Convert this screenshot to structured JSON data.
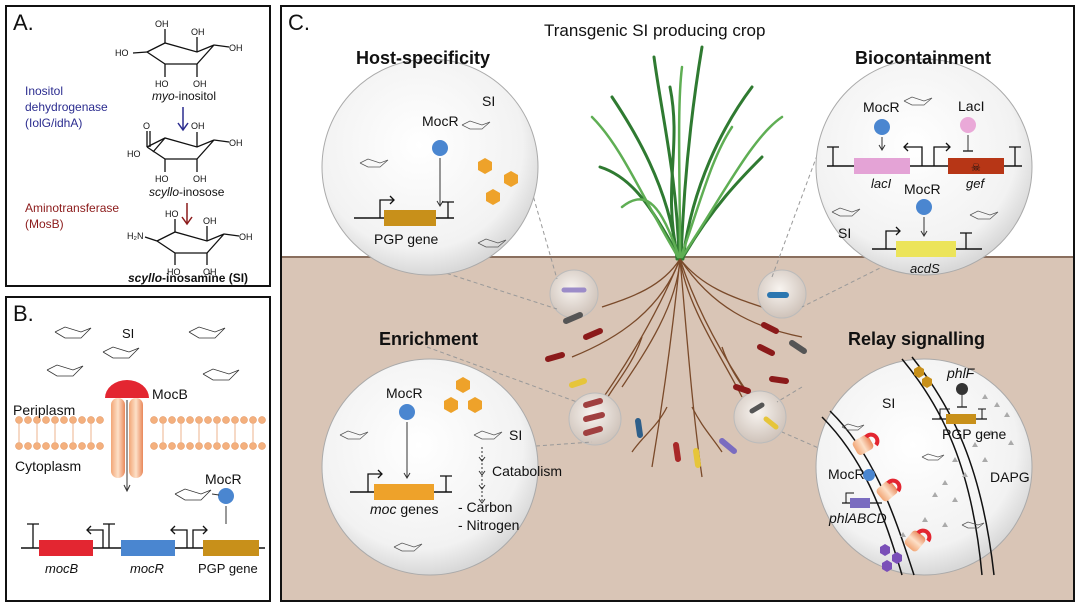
{
  "panel_a": {
    "label": "A.",
    "compound1_italic": "myo",
    "compound1_rest": "-inositol",
    "enzyme1_line1": "Inositol",
    "enzyme1_line2": "dehydrogenase",
    "enzyme1_line3": "(IolG/idhA)",
    "compound2_italic": "scyllo",
    "compound2_rest": "-inosose",
    "enzyme2_line1": "Aminotransferase",
    "enzyme2_line2": "(MosB)",
    "compound3_italic": "scyllo",
    "compound3_rest": "-inosamine (SI)",
    "enzyme1_color": "#2b2c8f",
    "enzyme2_color": "#8b1a1a"
  },
  "panel_b": {
    "label": "B.",
    "si": "SI",
    "mocb": "MocB",
    "periplasm": "Periplasm",
    "cytoplasm": "Cytoplasm",
    "mocr": "MocR",
    "gene_mocb": "mocB",
    "gene_mocr": "mocR",
    "gene_pgp": "PGP gene"
  },
  "panel_c": {
    "label": "C.",
    "title": "Transgenic SI producing crop",
    "host_specificity": {
      "title": "Host-specificity",
      "mocr": "MocR",
      "si": "SI",
      "gene": "PGP gene"
    },
    "biocontainment": {
      "title": "Biocontainment",
      "mocr_top": "MocR",
      "laci_protein": "LacI",
      "gene_laci": "lacI",
      "gene_gef": "gef",
      "mocr_mid": "MocR",
      "si": "SI",
      "gene_acds": "acdS"
    },
    "enrichment": {
      "title": "Enrichment",
      "mocr": "MocR",
      "si": "SI",
      "catabolism": "Catabolism",
      "gene": "moc",
      "gene_suffix": " genes",
      "carbon": "- Carbon",
      "nitrogen": "- Nitrogen"
    },
    "relay": {
      "title": "Relay signalling",
      "phlf": "phlF",
      "si": "SI",
      "pgp": "PGP gene",
      "mocr": "MocR",
      "dapg": "DAPG",
      "phlabcd": "phlABCD"
    }
  },
  "colors": {
    "soil": "#d9c5b6",
    "root": "#7a4a2a",
    "leaf": "#3f8f3c",
    "mocr_blue": "#4a86d0",
    "gold": "#c8901a",
    "red": "#e32631",
    "orange_hex": "#eea22a"
  }
}
